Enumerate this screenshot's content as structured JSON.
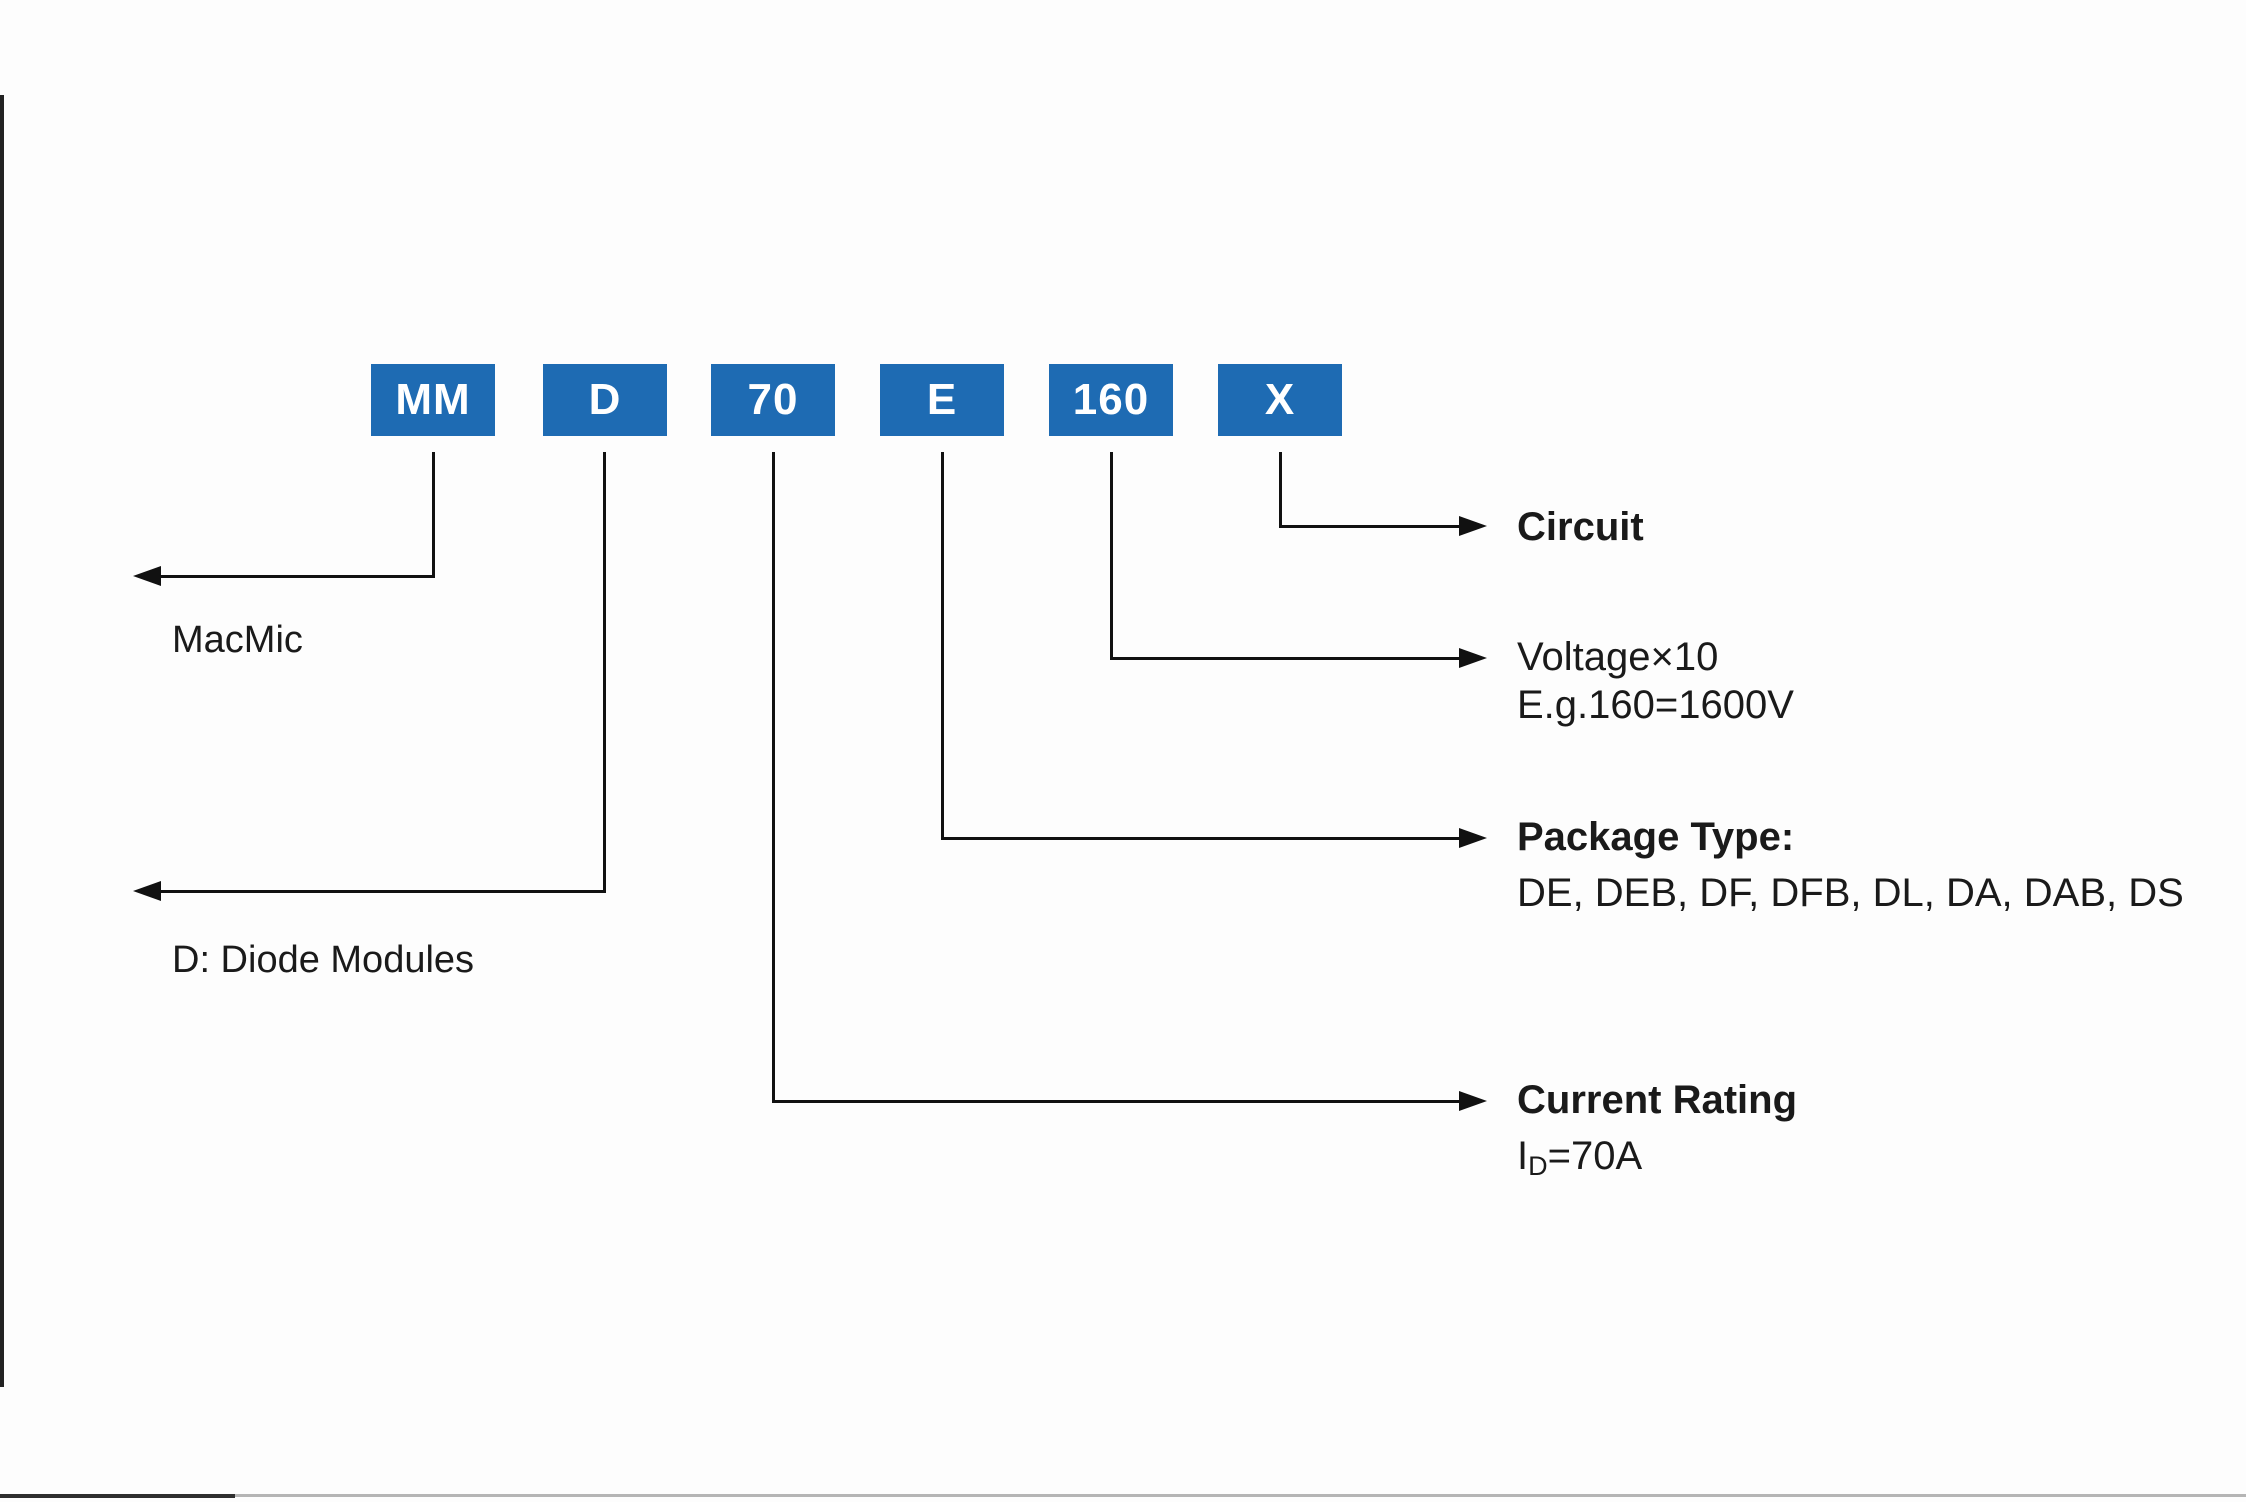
{
  "diagram": {
    "title_semantic": "MacMic diode module part-number nomenclature",
    "colors": {
      "box_fill": "#1E6BB3",
      "box_text": "#FFFFFF",
      "line": "#111111",
      "text": "#1A1A1A",
      "background": "#FDFDFD"
    },
    "part_number": {
      "segments": [
        "MM",
        "D",
        "70",
        "E",
        "160",
        "X"
      ]
    },
    "callouts": {
      "manufacturer": {
        "label": "MacMic"
      },
      "device_type": {
        "label": "D: Diode Modules"
      },
      "circuit": {
        "title": "Circuit"
      },
      "voltage": {
        "title": "Voltage×10",
        "example": "E.g.160=1600V"
      },
      "package_type": {
        "title": "Package Type:",
        "options": "DE, DEB, DF, DFB, DL, DA, DAB, DS"
      },
      "current_rating": {
        "title": "Current Rating",
        "symbol": "I",
        "symbol_subscript": "D",
        "value": "=70A"
      }
    }
  }
}
